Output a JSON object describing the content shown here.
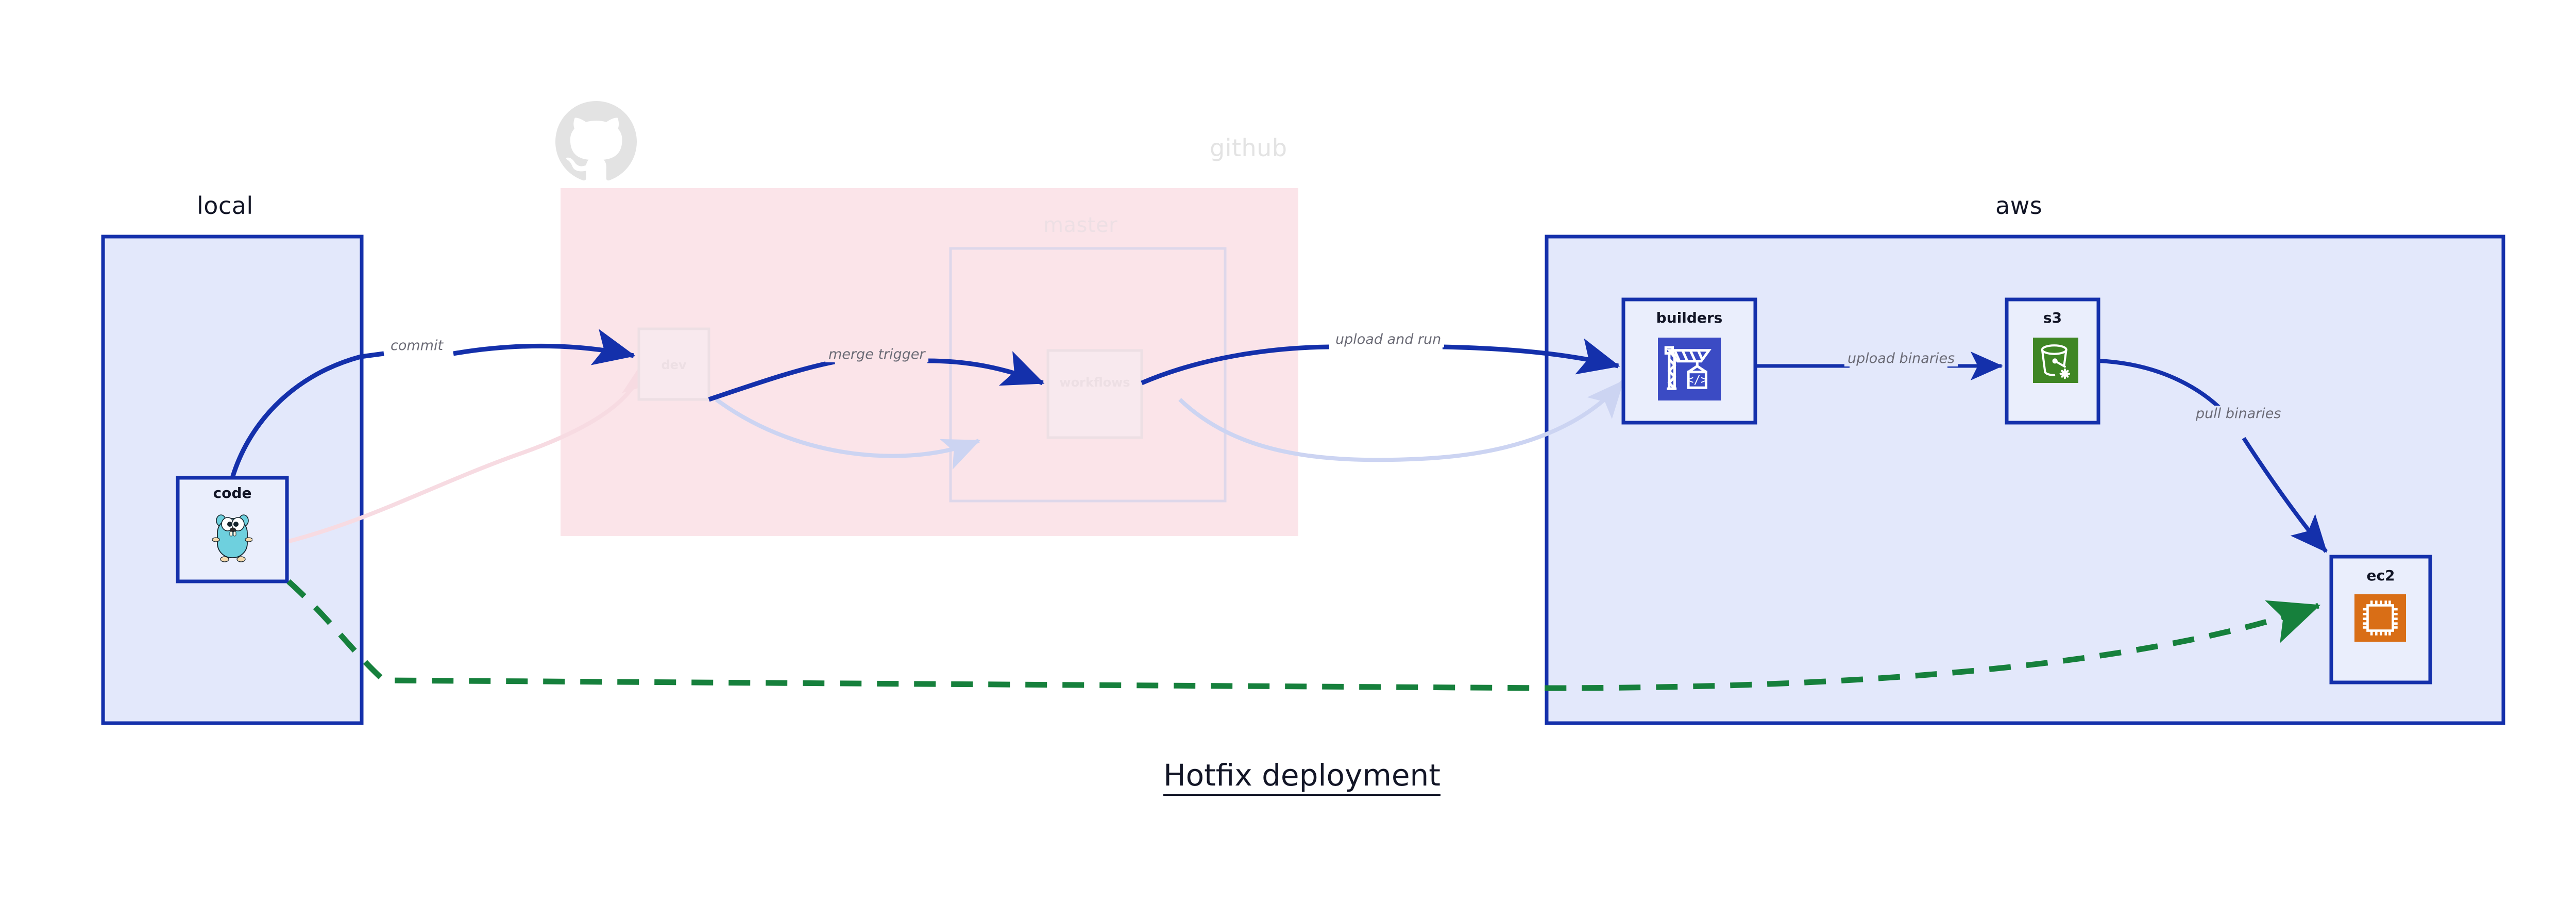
{
  "diagram": {
    "title": "Hotfix deployment",
    "colors": {
      "edge_blue": "#1430ab",
      "edge_green": "#16803c",
      "group_blue_fill": "#e3e8fb",
      "group_blue_stroke": "#1430ab",
      "group_pink_fill": "#fbe4e9",
      "node_fill": "#eaeefc",
      "icon_s3_green": "#3f8624",
      "icon_ec2_orange": "#d96e16",
      "icon_builders_blue": "#3b4bc4",
      "gopher_cyan": "#6ed0de",
      "ghost_text": "#e3e3e3",
      "label_gray": "#6b6b76"
    },
    "groups": [
      {
        "id": "local",
        "label": "local",
        "style": "solid",
        "icon": null
      },
      {
        "id": "github",
        "label": "github",
        "style": "ghost",
        "icon": "github-octocat-icon"
      },
      {
        "id": "master",
        "label": "master",
        "style": "ghost",
        "icon": null
      },
      {
        "id": "aws",
        "label": "aws",
        "style": "solid",
        "icon": null
      }
    ],
    "nodes": [
      {
        "id": "code",
        "label": "code",
        "icon": "go-gopher-icon",
        "style": "solid",
        "group": "local"
      },
      {
        "id": "dev",
        "label": "dev",
        "icon": null,
        "style": "ghost",
        "group": "github"
      },
      {
        "id": "workflows",
        "label": "workflows",
        "icon": null,
        "style": "ghost",
        "group": "master"
      },
      {
        "id": "builders",
        "label": "builders",
        "icon": "aws-codebuild-icon",
        "style": "solid",
        "group": "aws"
      },
      {
        "id": "s3",
        "label": "s3",
        "icon": "aws-s3-bucket-icon",
        "style": "solid",
        "group": "aws"
      },
      {
        "id": "ec2",
        "label": "ec2",
        "icon": "aws-ec2-chip-icon",
        "style": "solid",
        "group": "aws"
      }
    ],
    "edges": [
      {
        "id": "commit",
        "label": "commit",
        "from": "code",
        "to": "dev",
        "style": "solid",
        "color": "#1430ab"
      },
      {
        "id": "merge-trigger",
        "label": "merge trigger",
        "from": "dev",
        "to": "workflows",
        "style": "solid",
        "color": "#1430ab"
      },
      {
        "id": "upload-and-run",
        "label": "upload and run",
        "from": "workflows",
        "to": "builders",
        "style": "solid",
        "color": "#1430ab"
      },
      {
        "id": "upload-binaries",
        "label": "upload binaries",
        "from": "builders",
        "to": "s3",
        "style": "solid",
        "color": "#1430ab"
      },
      {
        "id": "pull-binaries",
        "label": "pull binaries",
        "from": "s3",
        "to": "ec2",
        "style": "solid",
        "color": "#1430ab"
      },
      {
        "id": "hotfix-direct",
        "label": "",
        "from": "code",
        "to": "ec2",
        "style": "dashed",
        "color": "#16803c"
      }
    ]
  }
}
